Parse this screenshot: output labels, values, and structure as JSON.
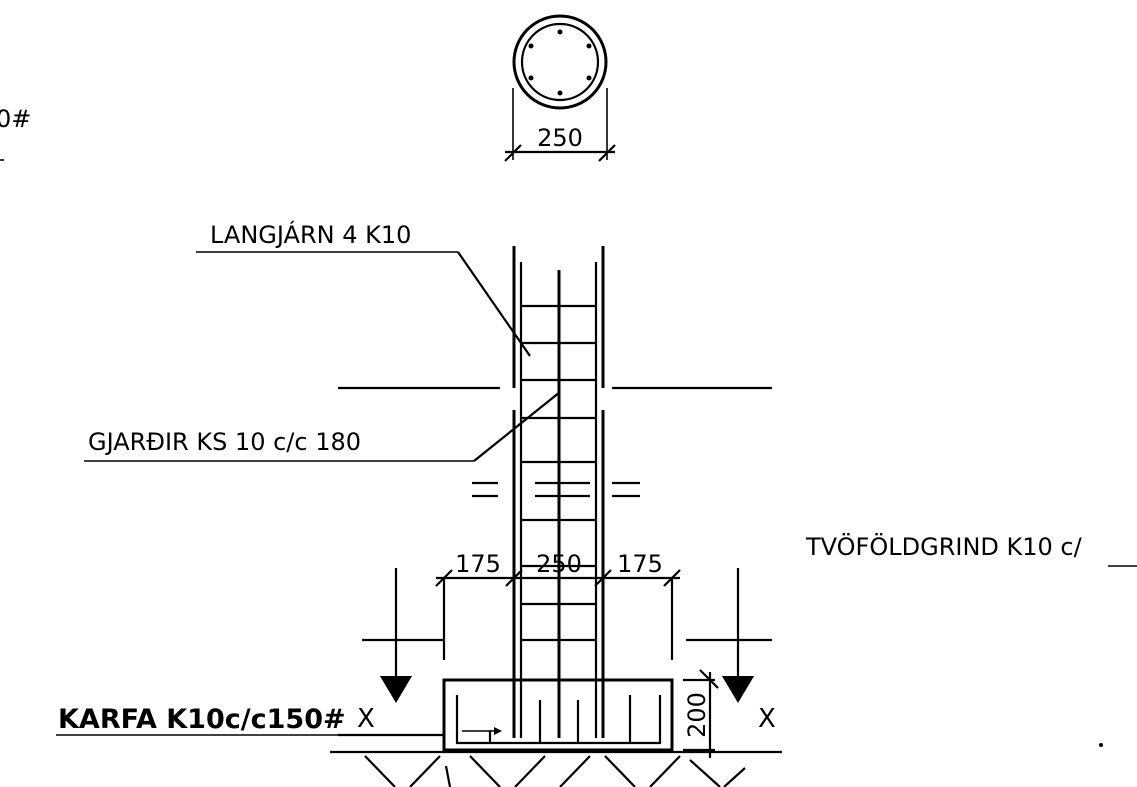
{
  "drawing": {
    "partial_label": "0#",
    "section": {
      "diameter_dim": "250"
    },
    "labels": {
      "longitudinal": "LANGJÁRN 4 K10",
      "stirrups": "GJARÐIR KS 10 c/c 180",
      "double_grid": "TVÖFÖLDGRIND K10 c/",
      "basket": "KARFA K10c/c150#"
    },
    "dimensions": {
      "left_offset": "175",
      "column_width": "250",
      "right_offset": "175",
      "footing_height": "200"
    },
    "section_marks": {
      "left": "X",
      "right": "X"
    }
  }
}
